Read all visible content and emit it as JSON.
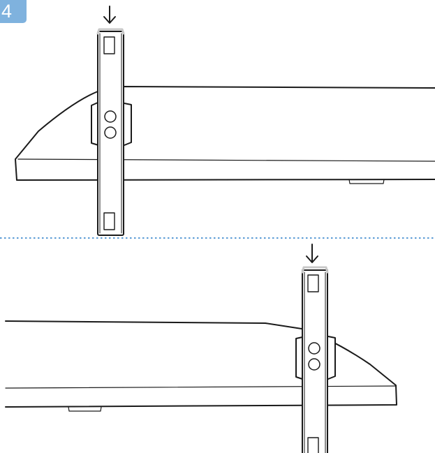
{
  "step": {
    "number": "4"
  },
  "colors": {
    "badge": "#7fb2de",
    "divider": "#5b9bd5",
    "line": "#1a1a1a",
    "cap": "#c8c8c8"
  },
  "icons": {
    "arrow": "down-arrow-icon",
    "screw_hole": "screw-hole-icon"
  },
  "panels": [
    {
      "name": "top-panel",
      "stand_side": "left",
      "arrow": "down"
    },
    {
      "name": "bottom-panel",
      "stand_side": "right",
      "arrow": "down"
    }
  ]
}
